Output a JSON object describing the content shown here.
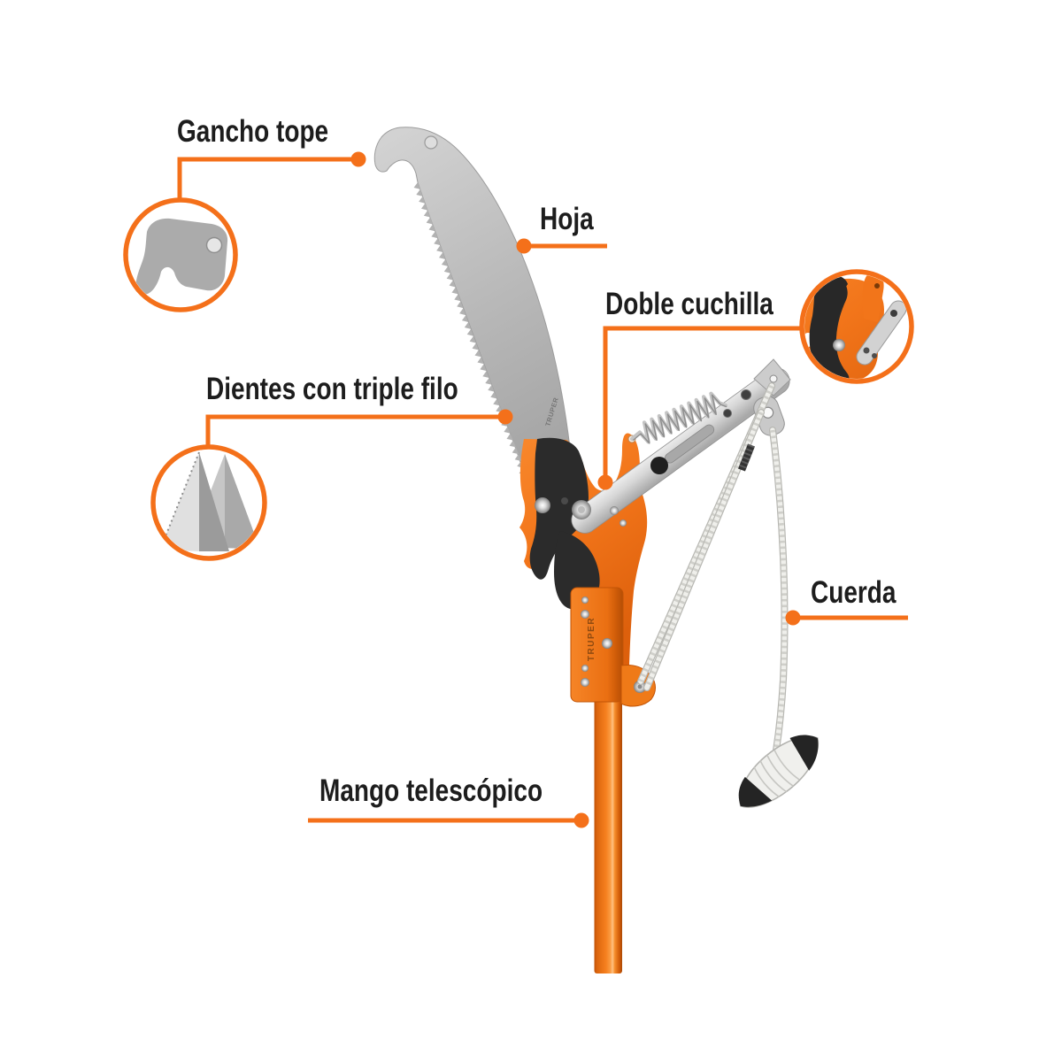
{
  "labels": {
    "hook_stop": "Gancho tope",
    "blade": "Hoja",
    "double_blade": "Doble cuchilla",
    "teeth": "Dientes con triple filo",
    "rope": "Cuerda",
    "handle": "Mango telescópico"
  },
  "brand": "TRUPER",
  "colors": {
    "accent": "#F4701A",
    "label_text": "#1D1D1D",
    "pole_orange": "#F57F1E",
    "head_orange": "#F2751A",
    "blade_gray": "#B4B4B4",
    "hardware_black": "#2B2B2B",
    "rope_white": "#EFEFEC",
    "background": "#FFFFFF"
  }
}
